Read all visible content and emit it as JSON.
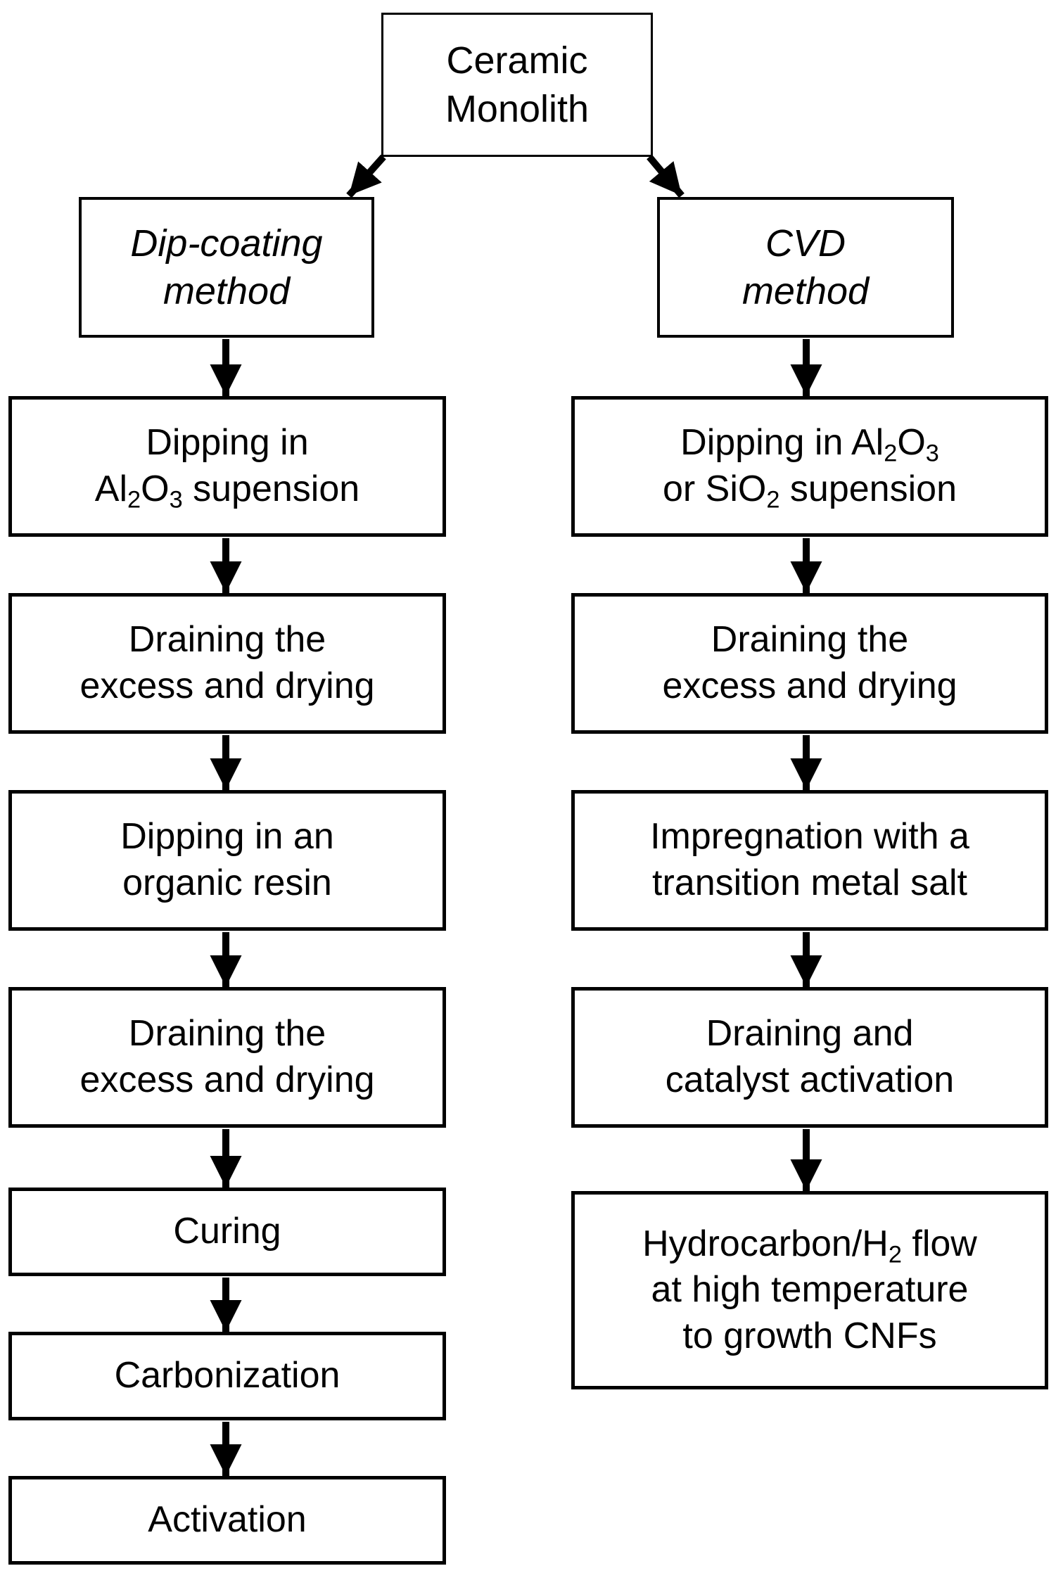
{
  "figure": {
    "kind": "flowchart",
    "background_color": "#ffffff",
    "box_fill_color": "#ffffff",
    "box_border_color": "#000000",
    "text_color": "#000000",
    "arrow_color": "#000000"
  },
  "flow": {
    "root": {
      "lines": [
        "Ceramic",
        "Monolith"
      ]
    },
    "left": {
      "header": {
        "lines": [
          "Dip-coating",
          "method"
        ]
      },
      "steps": [
        {
          "lines": [
            "Dipping in",
            "Al~2~O~3~ supension"
          ]
        },
        {
          "lines": [
            "Draining the",
            "excess and drying"
          ]
        },
        {
          "lines": [
            "Dipping in an",
            "organic resin"
          ]
        },
        {
          "lines": [
            "Draining the",
            "excess and drying"
          ]
        },
        {
          "lines": [
            "Curing"
          ]
        },
        {
          "lines": [
            "Carbonization"
          ]
        },
        {
          "lines": [
            "Activation"
          ]
        }
      ]
    },
    "right": {
      "header": {
        "lines": [
          "CVD",
          "method"
        ]
      },
      "steps": [
        {
          "lines": [
            "Dipping in Al~2~O~3~",
            "or SiO~2~ supension"
          ]
        },
        {
          "lines": [
            "Draining the",
            "excess and drying"
          ]
        },
        {
          "lines": [
            "Impregnation with a",
            "transition metal salt"
          ]
        },
        {
          "lines": [
            "Draining and",
            "catalyst activation"
          ]
        },
        {
          "lines": [
            "Hydrocarbon/H~2~ flow",
            "at high temperature",
            "to growth CNFs"
          ]
        }
      ]
    }
  }
}
